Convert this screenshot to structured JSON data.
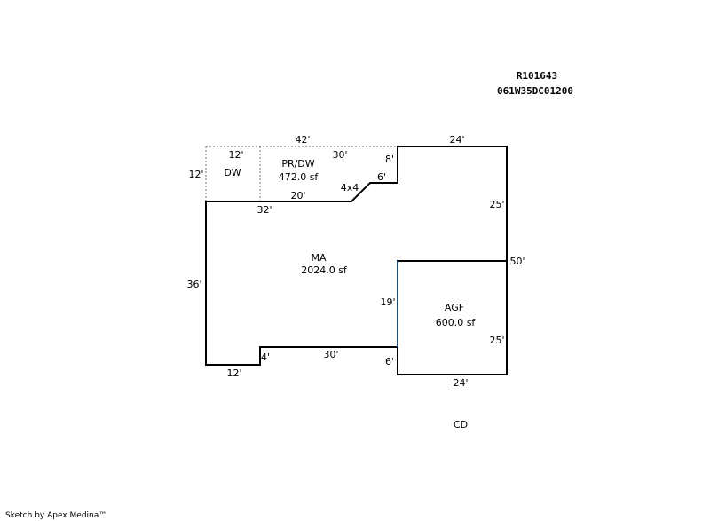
{
  "header": {
    "account_id": "R101643",
    "map_tax_lot": "061W35DC01200"
  },
  "areas": [
    {
      "code": "MA",
      "area": "2024.0 sf"
    },
    {
      "code": "AGF",
      "area": "600.0 sf"
    },
    {
      "code": "PR/DW",
      "area": "472.0 sf"
    },
    {
      "code": "DW",
      "area": ""
    }
  ],
  "dimensions": {
    "top_overall": "42'",
    "dw_top": "12'",
    "dw_left": "12'",
    "pr_inner_top": "30'",
    "step_top_vertical": "8'",
    "step_horizontal": "6'",
    "diagonal": "4x4",
    "ma_top_inner": "20'",
    "ma_top_overall": "32'",
    "ma_left": "36'",
    "ma_bottom_left": "12'",
    "ma_notch": "4'",
    "ma_bottom_mid": "30'",
    "ma_bottom_right_vertical": "6'",
    "agf_left": "19'",
    "right_upper": "25'",
    "right_overall": "50'",
    "right_lower": "25'",
    "top_right": "24'",
    "bottom_right": "24'"
  },
  "labels": {
    "cd": "CD",
    "credit": "Sketch by Apex Medina™"
  },
  "colors": {
    "outline": "#000000",
    "dotted": "#888888",
    "shared_wall": "#1f4e79"
  }
}
